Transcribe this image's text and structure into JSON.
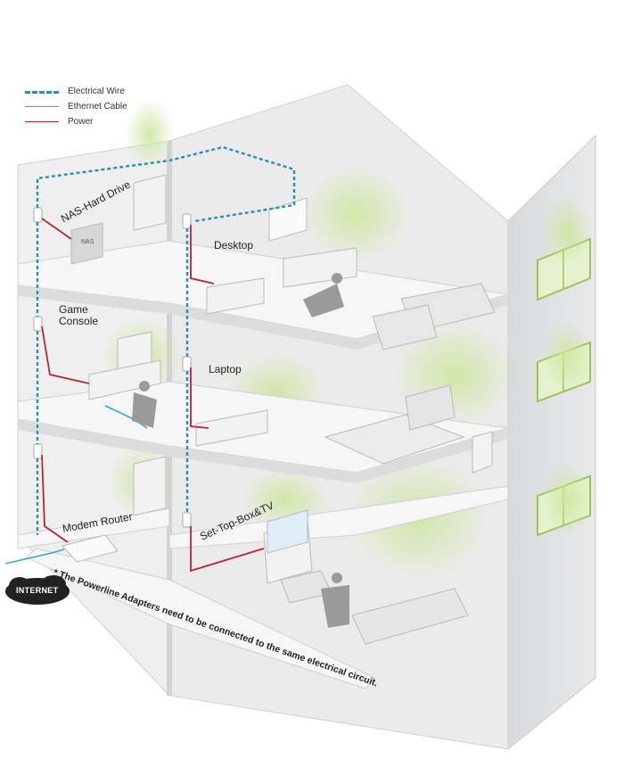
{
  "legend": {
    "electrical_wire": "Electrical Wire",
    "ethernet_cable": "Ethernet Cable",
    "power": "Power"
  },
  "rooms": {
    "nas": "NAS-Hard Drive",
    "nas_box": "NAS",
    "desktop": "Desktop",
    "game_console_line1": "Game",
    "game_console_line2": "Console",
    "laptop": "Laptop",
    "modem_router": "Modem Router",
    "settop_tv": "Set-Top-Box&TV"
  },
  "internet": "INTERNET",
  "note": "* The Powerline Adapters need to be connected to the same electrical circuit.",
  "colors": {
    "electrical_wire": "#2a8fb5",
    "ethernet_cable": "#3aa6c9",
    "power": "#b5282d",
    "wall": "#e9eaeb",
    "floor": "#f4f4f4",
    "glow": "#cfe8a4"
  }
}
